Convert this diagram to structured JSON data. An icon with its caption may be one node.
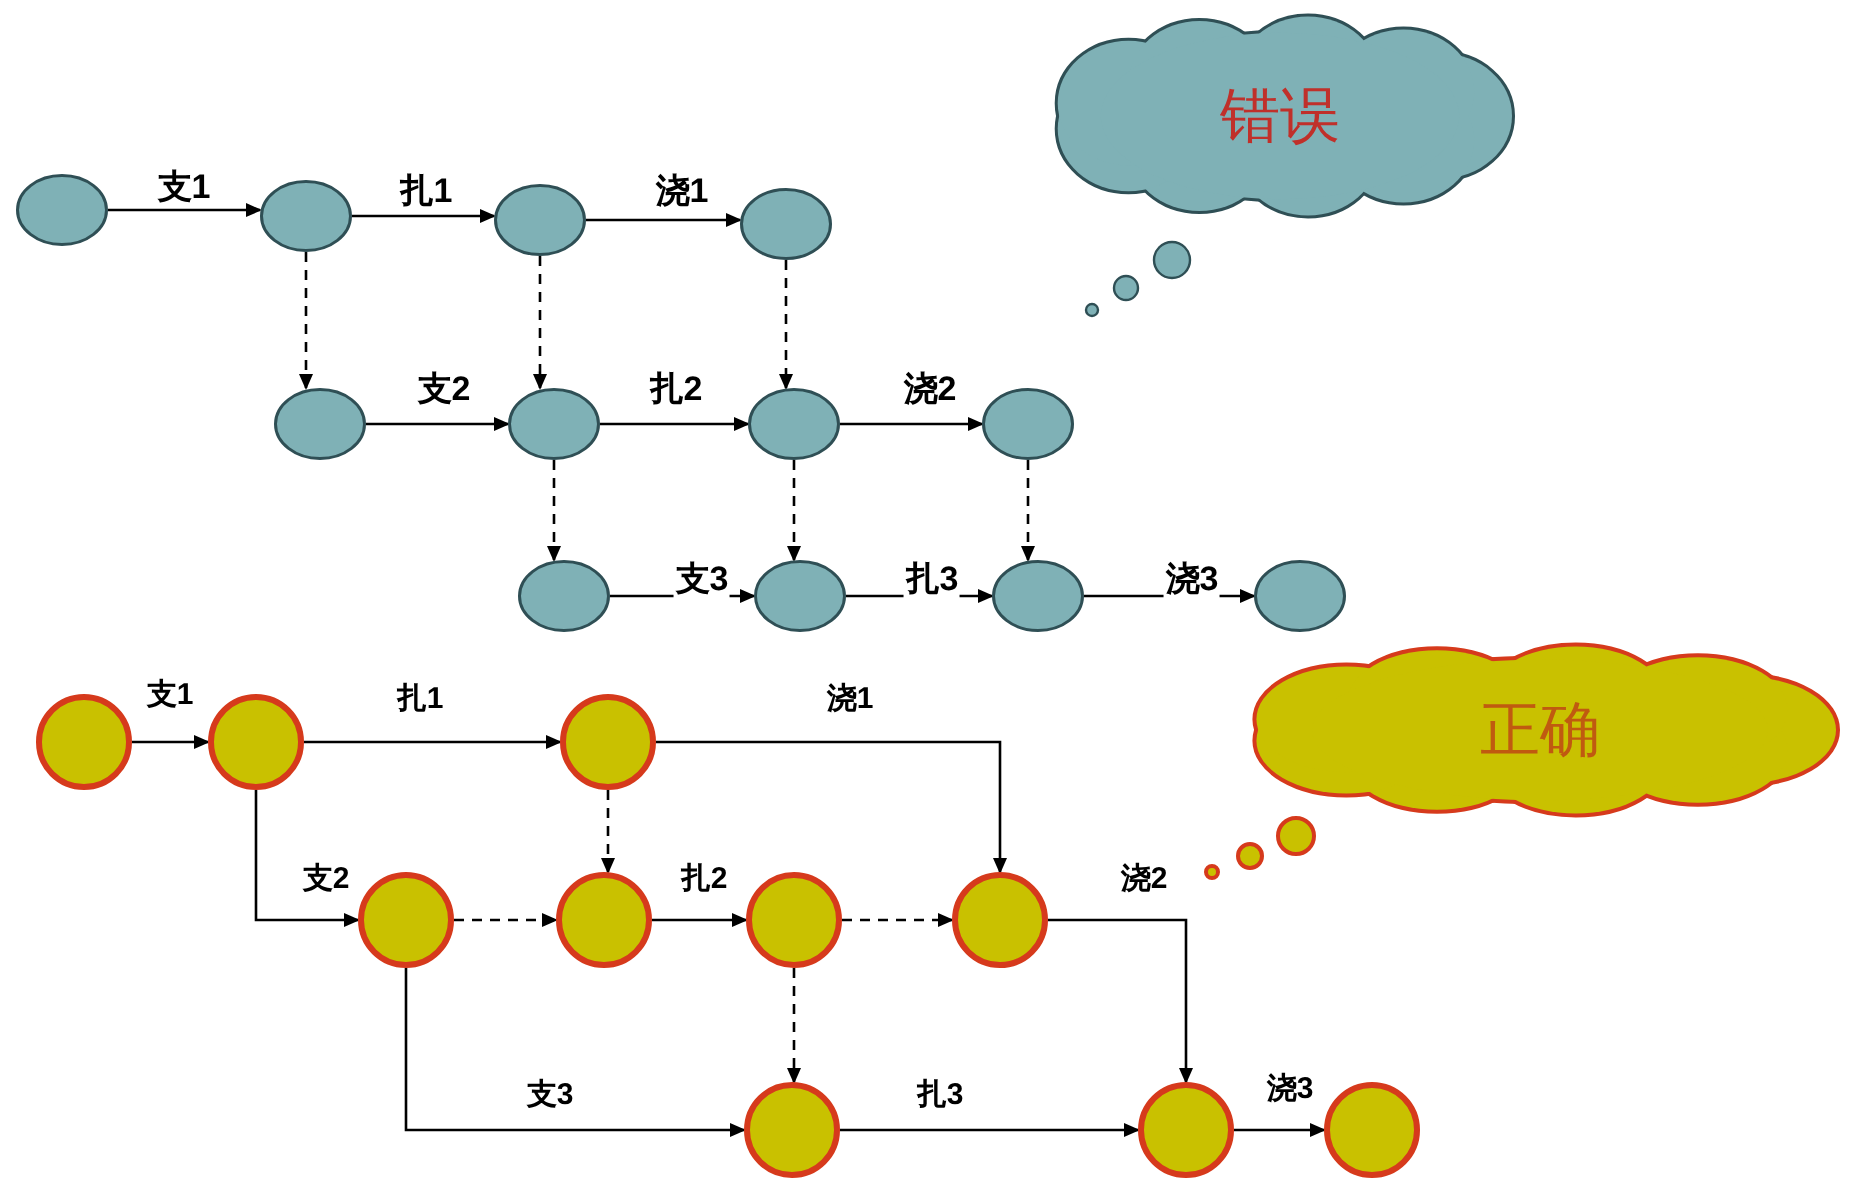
{
  "diagram": {
    "nodes": [
      {
        "text": [
          "错误"
        ]
      },
      {
        "text": [],
        "shape": "ellipse"
      },
      {
        "text": [],
        "shape": "ellipse"
      },
      {
        "text": [],
        "shape": "ellipse"
      },
      {
        "text": [],
        "shape": "ellipse"
      },
      {
        "text": [],
        "shape": "ellipse"
      },
      {
        "text": [],
        "shape": "ellipse"
      },
      {
        "text": [],
        "shape": "ellipse"
      },
      {
        "text": [],
        "shape": "ellipse"
      },
      {
        "text": [],
        "shape": "ellipse"
      },
      {
        "text": [],
        "shape": "ellipse"
      },
      {
        "text": [],
        "shape": "ellipse"
      },
      {
        "text": [],
        "shape": "ellipse"
      },
      {
        "text": [
          "正确"
        ]
      },
      {
        "text": [],
        "shape": "circle"
      },
      {
        "text": [],
        "shape": "circle"
      },
      {
        "text": [],
        "shape": "circle"
      },
      {
        "text": [],
        "shape": "circle"
      },
      {
        "text": [],
        "shape": "circle"
      },
      {
        "text": [],
        "shape": "circle"
      },
      {
        "text": [],
        "shape": "circle"
      },
      {
        "text": [],
        "shape": "circle"
      },
      {
        "text": [],
        "shape": "circle"
      },
      {
        "text": [],
        "shape": "circle"
      }
    ],
    "edges": [
      {
        "from": 1,
        "to": 2,
        "arrow": "to",
        "label": "支1"
      },
      {
        "from": 2,
        "to": 3,
        "arrow": "to",
        "label": "扎1"
      },
      {
        "from": 3,
        "to": 4,
        "arrow": "to",
        "label": "浇1"
      },
      {
        "from": 2,
        "to": 5,
        "arrow": "to",
        "style": "dashed"
      },
      {
        "from": 3,
        "to": 6,
        "arrow": "to",
        "style": "dashed"
      },
      {
        "from": 4,
        "to": 7,
        "arrow": "to",
        "style": "dashed"
      },
      {
        "from": 5,
        "to": 6,
        "arrow": "to",
        "label": "支2"
      },
      {
        "from": 6,
        "to": 7,
        "arrow": "to",
        "label": "扎2"
      },
      {
        "from": 7,
        "to": 8,
        "arrow": "to",
        "label": "浇2"
      },
      {
        "from": 6,
        "to": 9,
        "arrow": "to",
        "style": "dashed"
      },
      {
        "from": 7,
        "to": 10,
        "arrow": "to",
        "style": "dashed"
      },
      {
        "from": 8,
        "to": 11,
        "arrow": "to",
        "style": "dashed"
      },
      {
        "from": 9,
        "to": 10,
        "arrow": "to",
        "label": "支3"
      },
      {
        "from": 10,
        "to": 11,
        "arrow": "to",
        "label": "扎3"
      },
      {
        "from": 11,
        "to": 12,
        "arrow": "to",
        "label": "浇3"
      },
      {
        "from": 14,
        "to": 15,
        "arrow": "to",
        "label": "支1"
      },
      {
        "from": 15,
        "to": 16,
        "arrow": "to",
        "label": "扎1"
      },
      {
        "from": 16,
        "to": 20,
        "arrow": "to",
        "label": "浇1"
      },
      {
        "from": 15,
        "to": 17,
        "arrow": "to",
        "label": "支2"
      },
      {
        "from": 16,
        "to": 18,
        "arrow": "to",
        "style": "dashed"
      },
      {
        "from": 17,
        "to": 18,
        "arrow": "to",
        "style": "dashed"
      },
      {
        "from": 18,
        "to": 19,
        "arrow": "to",
        "label": "扎2"
      },
      {
        "from": 19,
        "to": 20,
        "arrow": "to",
        "style": "dashed"
      },
      {
        "from": 19,
        "to": 21,
        "arrow": "to",
        "style": "dashed"
      },
      {
        "from": 17,
        "to": 21,
        "arrow": "to",
        "label": "支3"
      },
      {
        "from": 21,
        "to": 22,
        "arrow": "to",
        "label": "扎3"
      },
      {
        "from": 20,
        "to": 22,
        "arrow": "to",
        "label": "浇2"
      },
      {
        "from": 22,
        "to": 23,
        "arrow": "to",
        "label": "浇3"
      }
    ]
  }
}
